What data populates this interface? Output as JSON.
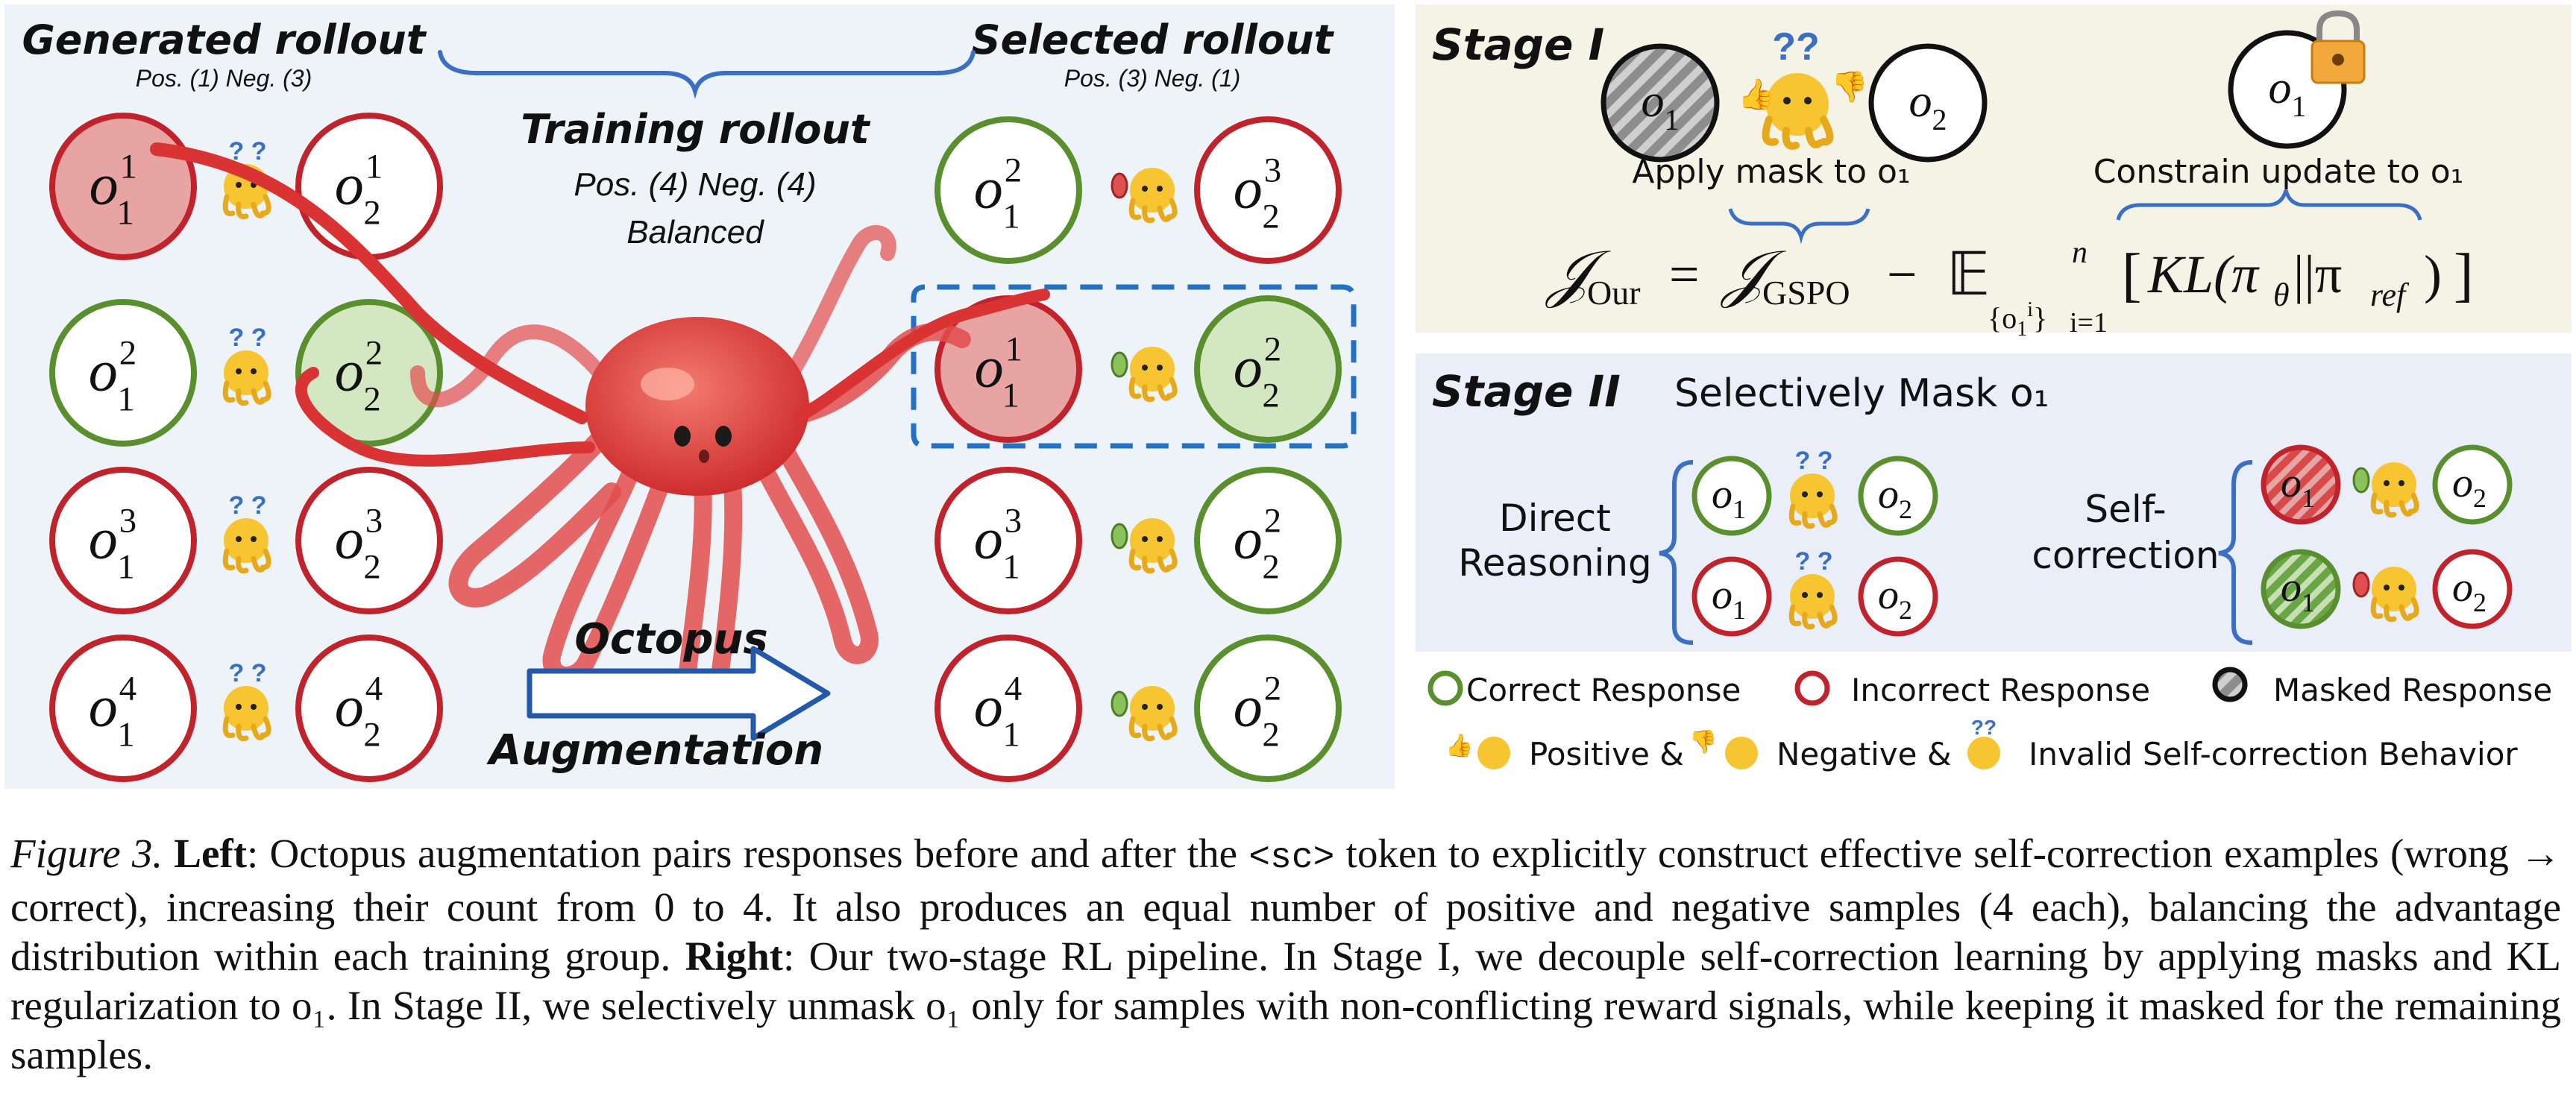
{
  "left": {
    "generated_title": "Generated rollout",
    "generated_sub": "Pos. (1) Neg. (3)",
    "selected_title": "Selected rollout",
    "selected_sub": "Pos. (3) Neg. (1)",
    "training_title": "Training rollout",
    "training_sub": "Pos. (4) Neg. (4)",
    "training_note": "Balanced",
    "arrow_top": "Octopus",
    "arrow_bottom": "Augmentation",
    "generated_rows": [
      {
        "a_sup": "1",
        "a_sub": "1",
        "b_sup": "1",
        "b_sub": "2"
      },
      {
        "a_sup": "2",
        "a_sub": "1",
        "b_sup": "2",
        "b_sub": "2"
      },
      {
        "a_sup": "3",
        "a_sub": "1",
        "b_sup": "3",
        "b_sub": "2"
      },
      {
        "a_sup": "4",
        "a_sub": "1",
        "b_sup": "4",
        "b_sub": "2"
      }
    ],
    "selected_rows": [
      {
        "a_sup": "2",
        "a_sub": "1",
        "b_sup": "3",
        "b_sub": "2"
      },
      {
        "a_sup": "1",
        "a_sub": "1",
        "b_sup": "2",
        "b_sub": "2"
      },
      {
        "a_sup": "3",
        "a_sub": "1",
        "b_sup": "2",
        "b_sub": "2"
      },
      {
        "a_sup": "4",
        "a_sub": "1",
        "b_sup": "2",
        "b_sub": "2"
      }
    ]
  },
  "stage1": {
    "title": "Stage I",
    "mask_label": "Apply mask to o₁",
    "constrain_label": "Constrain update to o₁",
    "formula": {
      "lhs": "𝒥",
      "lhs_sub": "Our",
      "eq": "=",
      "rhs1": "𝒥",
      "rhs1_sub": "GSPO",
      "minus": "−",
      "exp": "𝔼",
      "exp_sub": "{o₁ⁱ}",
      "exp_sub2": "i=1",
      "exp_sup": "n",
      "kl": "[KL(πθ||πref)]"
    }
  },
  "stage2": {
    "title": "Stage II",
    "subtitle": "Selectively Mask o₁",
    "direct_label_1": "Direct",
    "direct_label_2": "Reasoning",
    "self_label_1": "Self-",
    "self_label_2": "correction"
  },
  "legend": {
    "correct": "Correct Response",
    "incorrect": "Incorrect Response",
    "masked": "Masked Response",
    "positive": "Positive &",
    "negative": "Negative &",
    "invalid": "Invalid Self-correction Behavior"
  },
  "caption": {
    "figure_label": "Figure 3.",
    "left_label": "Left",
    "left_text_1": ": Octopus augmentation pairs responses before and after the ",
    "token": "<sc>",
    "left_text_2": " token to explicitly construct effective self-correction examples (wrong → correct), increasing their count from 0 to 4. It also produces an equal number of positive and negative samples (4 each), balancing the advantage distribution within each training group. ",
    "right_label": "Right",
    "right_text": ": Our two-stage RL pipeline. In Stage I, we decouple self-correction learning by applying masks and KL regularization to o₁. In Stage II, we selectively unmask o₁ only for samples with non-conflicting reward signals, while keeping it masked for the remaining samples."
  },
  "colors": {
    "correct": "#5a8f2e",
    "incorrect": "#c0232b",
    "blue": "#3a6fc4",
    "left_bg": "#eef3f8",
    "stage1_bg": "#f5f2e6",
    "stage2_bg": "#e9eef8",
    "octopus": "#dc3b3b"
  }
}
